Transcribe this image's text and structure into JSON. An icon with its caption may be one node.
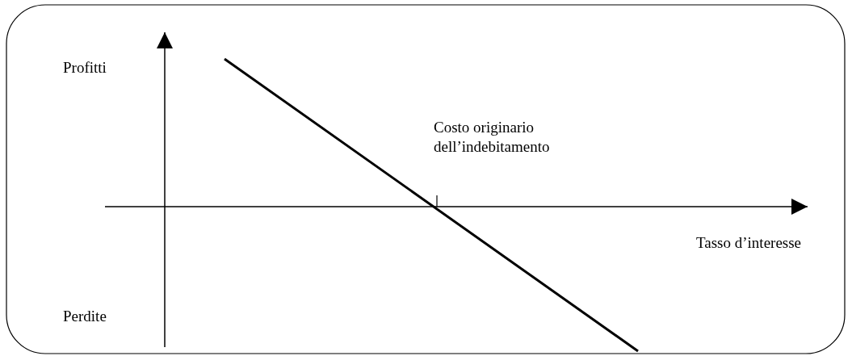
{
  "diagram": {
    "labels": [
      "Profitti",
      "Costo originario dell’indebitamento",
      "Tasso d’interesse",
      "Perdite"
    ]
  }
}
